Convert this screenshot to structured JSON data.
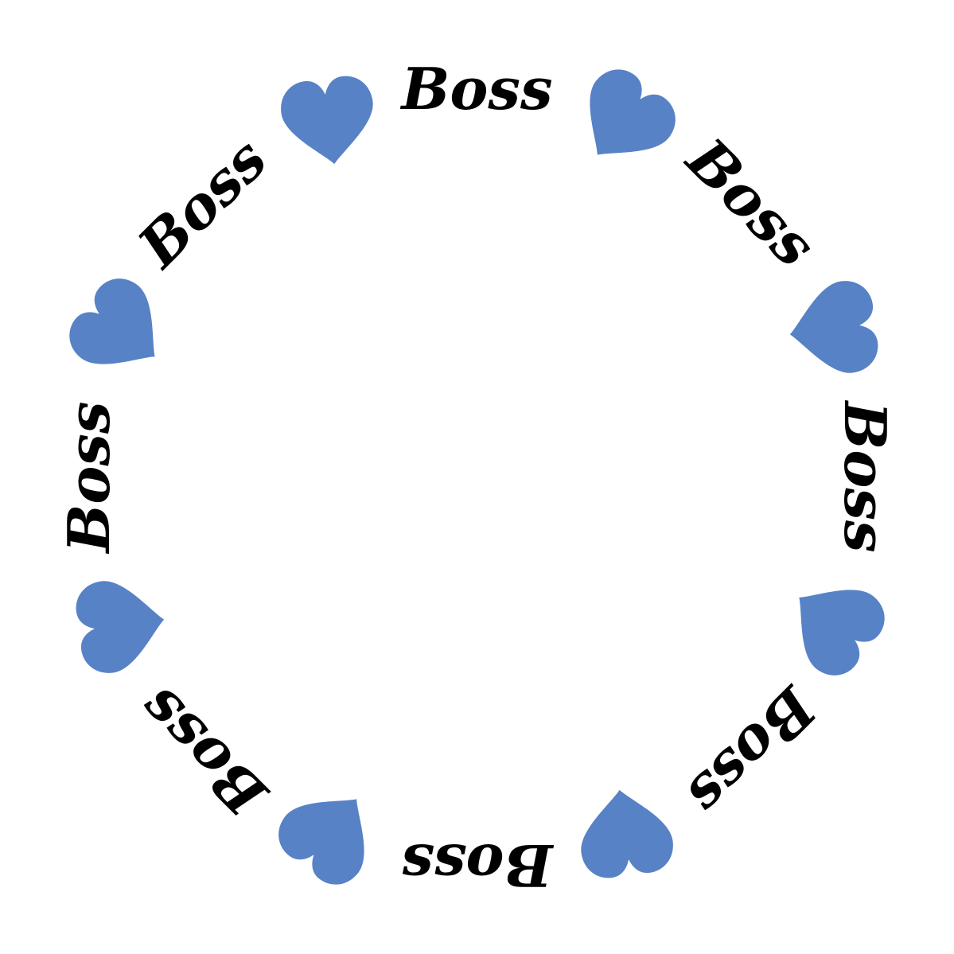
{
  "ring": {
    "word": "Boss",
    "word_count": 8,
    "heart_count": 8,
    "colors": {
      "heart": "#5882C6",
      "text": "#000000",
      "background": "#FFFFFF"
    },
    "icons": {
      "heart": "heart-icon"
    }
  }
}
